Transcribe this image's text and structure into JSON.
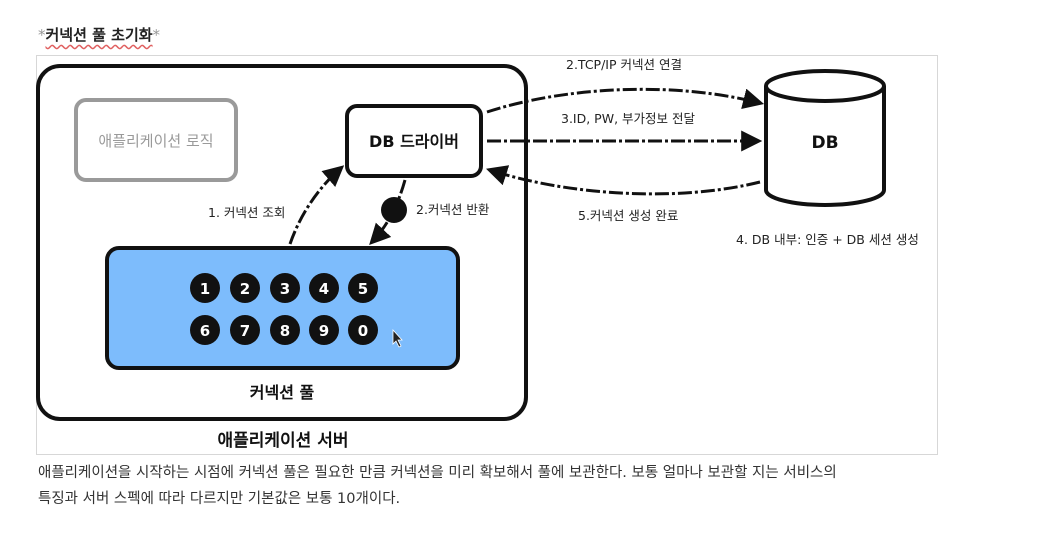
{
  "heading": {
    "star_left": "*",
    "title": "커넥션 풀 초기화",
    "star_right": "*"
  },
  "diagram": {
    "app_server_label": "애플리케이션 서버",
    "app_logic_label": "애플리케이션 로직",
    "db_driver_label": "DB 드라이버",
    "pool_label": "커넥션 풀",
    "db_label": "DB",
    "connections": [
      "1",
      "2",
      "3",
      "4",
      "5",
      "6",
      "7",
      "8",
      "9",
      "0"
    ],
    "steps": {
      "lookup": "1. 커넥션 조회",
      "return": "2.커넥션 반환",
      "tcp": "2.TCP/IP 커넥션 연결",
      "send": "3.ID, PW, 부가정보 전달",
      "db_internal": "4. DB 내부: 인증 + DB 세션 생성",
      "created": "5.커넥션 생성 완료"
    },
    "colors": {
      "pool_fill": "#7dbcfc",
      "box_stroke": "#111111",
      "logic_stroke": "#9a9a9a",
      "logic_text": "#9a9a9a"
    }
  },
  "paragraph": {
    "line1": "애플리케이션을 시작하는 시점에 커넥션 풀은 필요한 만큼 커넥션을 미리 확보해서 풀에 보관한다. 보통 얼마나 보관할 지는 서비스의",
    "line2": "특징과 서버 스펙에 따라 다르지만 기본값은 보통 10개이다."
  }
}
